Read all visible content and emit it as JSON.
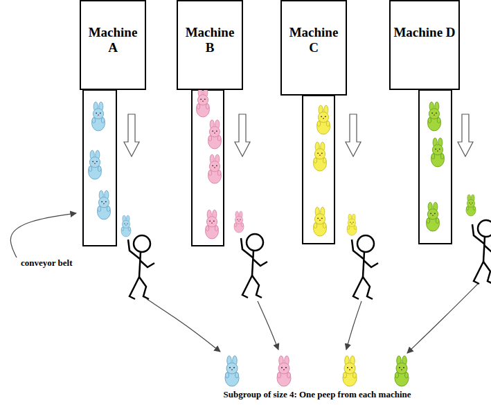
{
  "diagram": {
    "caption": "Subgroup of size 4: One peep from each machine",
    "nodes": [
      {
        "text": [
          "Machine A"
        ]
      },
      {
        "text": [
          "Machine B"
        ]
      },
      {
        "text": [
          "Machine C"
        ]
      },
      {
        "text": [
          "Machine D"
        ]
      }
    ],
    "labels": [
      "conveyor belt"
    ]
  }
}
